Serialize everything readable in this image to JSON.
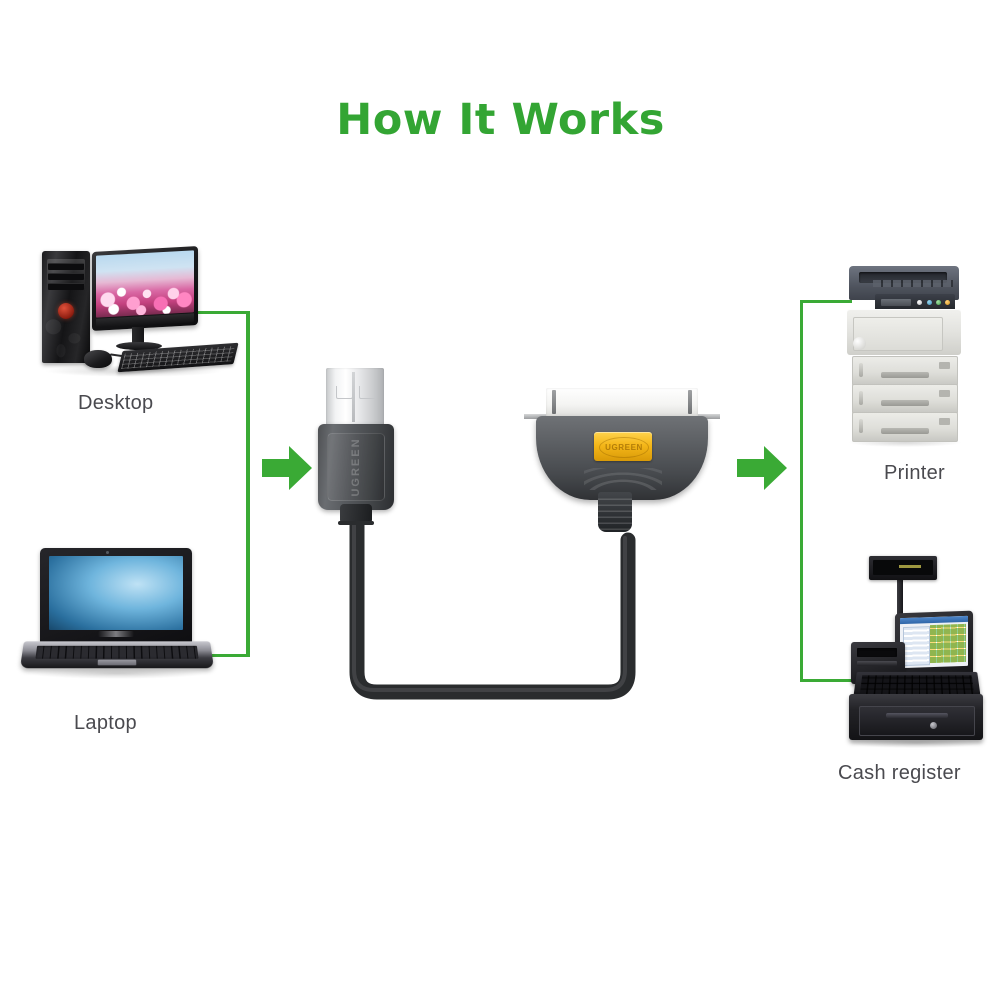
{
  "page": {
    "title": "How It Works",
    "title_color": "#33a533",
    "background_color": "#ffffff",
    "accent_color": "#3aaa35",
    "caption_color": "#4a4a4f"
  },
  "diagram": {
    "type": "connectivity-diagram",
    "flow_direction": "left-to-right",
    "sources_label_group": "host devices",
    "targets_label_group": "peripheral devices",
    "center_product": "USB to Parallel (IEEE-1284 Centronics) printer cable"
  },
  "sources": [
    {
      "id": "desktop",
      "label": "Desktop",
      "icon": "desktop-computer-icon"
    },
    {
      "id": "laptop",
      "label": "Laptop",
      "icon": "laptop-computer-icon"
    }
  ],
  "targets": [
    {
      "id": "printer",
      "label": "Printer",
      "icon": "laser-printer-icon"
    },
    {
      "id": "cash",
      "label": "Cash register",
      "icon": "pos-cash-register-icon"
    }
  ],
  "arrows": [
    {
      "id": "arrow-left",
      "direction": "right",
      "color": "#3aaa35"
    },
    {
      "id": "arrow-right",
      "direction": "right",
      "color": "#3aaa35"
    }
  ],
  "brackets": [
    {
      "id": "bracket-left",
      "shape": "right-facing",
      "color": "#3aaa35"
    },
    {
      "id": "bracket-right",
      "shape": "left-facing",
      "color": "#3aaa35"
    }
  ],
  "product": {
    "usb_connector": {
      "name": "USB Type-A plug",
      "brand_text": "UGREEN",
      "shell_color": "#e6e7e9",
      "body_color": "#55585c"
    },
    "parallel_connector": {
      "name": "Centronics 36-pin parallel plug",
      "badge_text": "UGREEN",
      "badge_color": "#f4b618",
      "body_color": "#5a5d61",
      "plug_color": "#ffffff"
    },
    "cable": {
      "color": "#2a2c2e",
      "routing": "u-shape"
    }
  }
}
